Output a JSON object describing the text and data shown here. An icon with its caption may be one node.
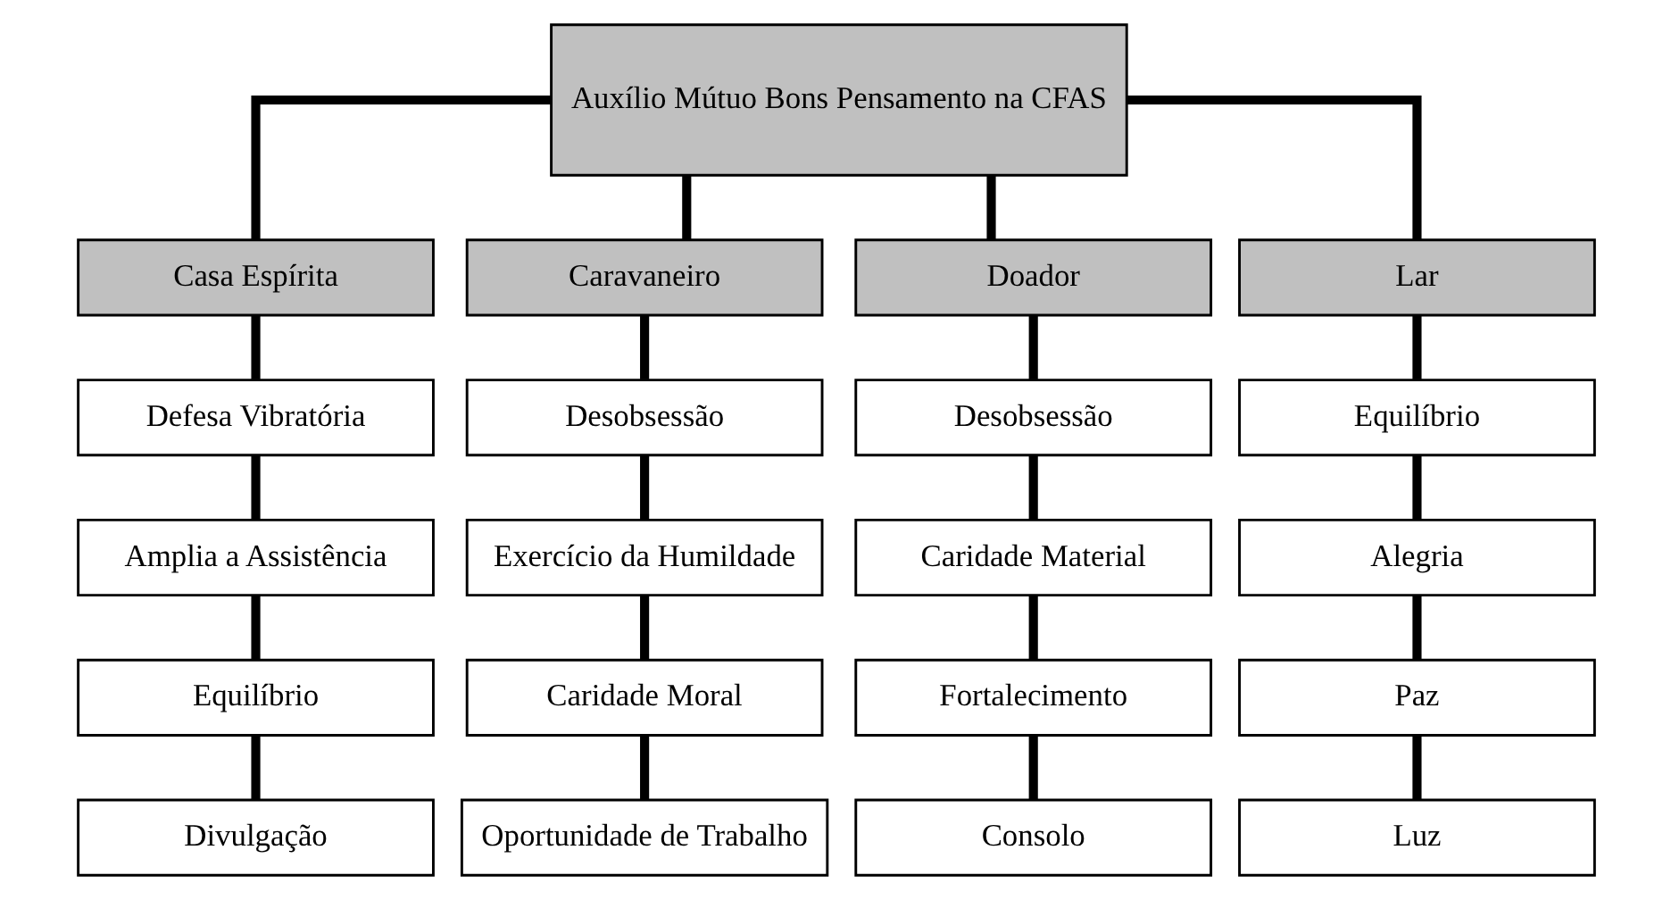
{
  "diagram": {
    "nodes": [
      {
        "text": [
          "Auxílio Mútuo Bons Pensamento na CFAS"
        ]
      },
      {
        "text": [
          "Casa Espírita"
        ]
      },
      {
        "text": [
          "Caravaneiro"
        ]
      },
      {
        "text": [
          "Doador"
        ]
      },
      {
        "text": [
          "Lar"
        ]
      },
      {
        "text": [
          "Defesa Vibratória"
        ]
      },
      {
        "text": [
          "Desobsessão"
        ]
      },
      {
        "text": [
          "Desobsessão"
        ]
      },
      {
        "text": [
          "Equilíbrio"
        ]
      },
      {
        "text": [
          "Amplia a Assistência"
        ]
      },
      {
        "text": [
          "Exercício da Humildade"
        ]
      },
      {
        "text": [
          "Caridade Material"
        ]
      },
      {
        "text": [
          "Alegria"
        ]
      },
      {
        "text": [
          "Equilíbrio"
        ]
      },
      {
        "text": [
          "Caridade Moral"
        ]
      },
      {
        "text": [
          "Fortalecimento"
        ]
      },
      {
        "text": [
          "Paz"
        ]
      },
      {
        "text": [
          "Divulgação"
        ]
      },
      {
        "text": [
          "Oportunidade de Trabalho"
        ]
      },
      {
        "text": [
          "Consolo"
        ]
      },
      {
        "text": [
          "Luz"
        ]
      }
    ],
    "edges": [
      {
        "from": 0,
        "to": 1,
        "arrow": "none"
      },
      {
        "from": 0,
        "to": 2,
        "arrow": "none"
      },
      {
        "from": 0,
        "to": 3,
        "arrow": "none"
      },
      {
        "from": 0,
        "to": 4,
        "arrow": "none"
      },
      {
        "from": 1,
        "to": 5,
        "arrow": "none"
      },
      {
        "from": 2,
        "to": 6,
        "arrow": "none"
      },
      {
        "from": 3,
        "to": 7,
        "arrow": "none"
      },
      {
        "from": 4,
        "to": 8,
        "arrow": "none"
      },
      {
        "from": 5,
        "to": 9,
        "arrow": "none"
      },
      {
        "from": 6,
        "to": 10,
        "arrow": "none"
      },
      {
        "from": 7,
        "to": 11,
        "arrow": "none"
      },
      {
        "from": 8,
        "to": 12,
        "arrow": "none"
      },
      {
        "from": 9,
        "to": 13,
        "arrow": "none"
      },
      {
        "from": 10,
        "to": 14,
        "arrow": "none"
      },
      {
        "from": 11,
        "to": 15,
        "arrow": "none"
      },
      {
        "from": 12,
        "to": 16,
        "arrow": "none"
      },
      {
        "from": 13,
        "to": 17,
        "arrow": "none"
      },
      {
        "from": 14,
        "to": 18,
        "arrow": "none"
      },
      {
        "from": 15,
        "to": 19,
        "arrow": "none"
      },
      {
        "from": 16,
        "to": 20,
        "arrow": "none"
      }
    ]
  }
}
